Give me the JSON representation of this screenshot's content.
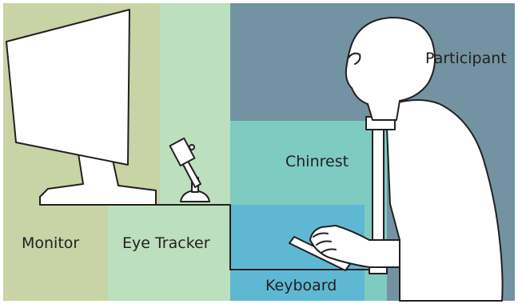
{
  "labels": {
    "monitor": "Monitor",
    "eye_tracker": "Eye Tracker",
    "chinrest": "Chinrest",
    "keyboard": "Keyboard",
    "participant": "Participant"
  },
  "colors": {
    "monitor_zone": "#c8d3a6",
    "eye_tracker_zone": "#bcdfbd",
    "participant_zone": "#7393a2",
    "chinrest_zone": "#7ecbc2",
    "keyboard_zone": "#5fb8d3",
    "outline": "#231f20",
    "fill": "#ffffff"
  }
}
